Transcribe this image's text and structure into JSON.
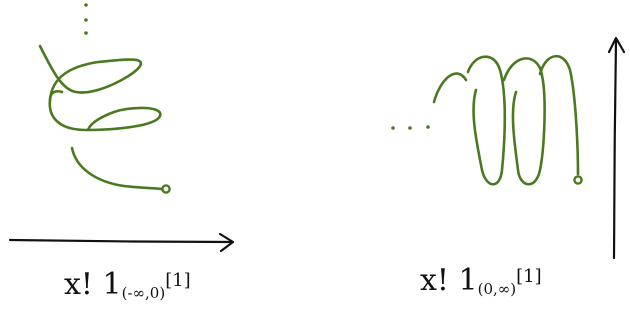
{
  "colors": {
    "curve": "#4a7a1f",
    "axis": "#111111",
    "text": "#111111"
  },
  "left_panel": {
    "label": {
      "main": "x! 1",
      "subscript": "(-∞,0)",
      "superscript": "[1]"
    }
  },
  "right_panel": {
    "ellipsis": "· · ·",
    "label": {
      "main": "x! 1",
      "subscript": "(0,∞)",
      "superscript": "[1]"
    }
  }
}
